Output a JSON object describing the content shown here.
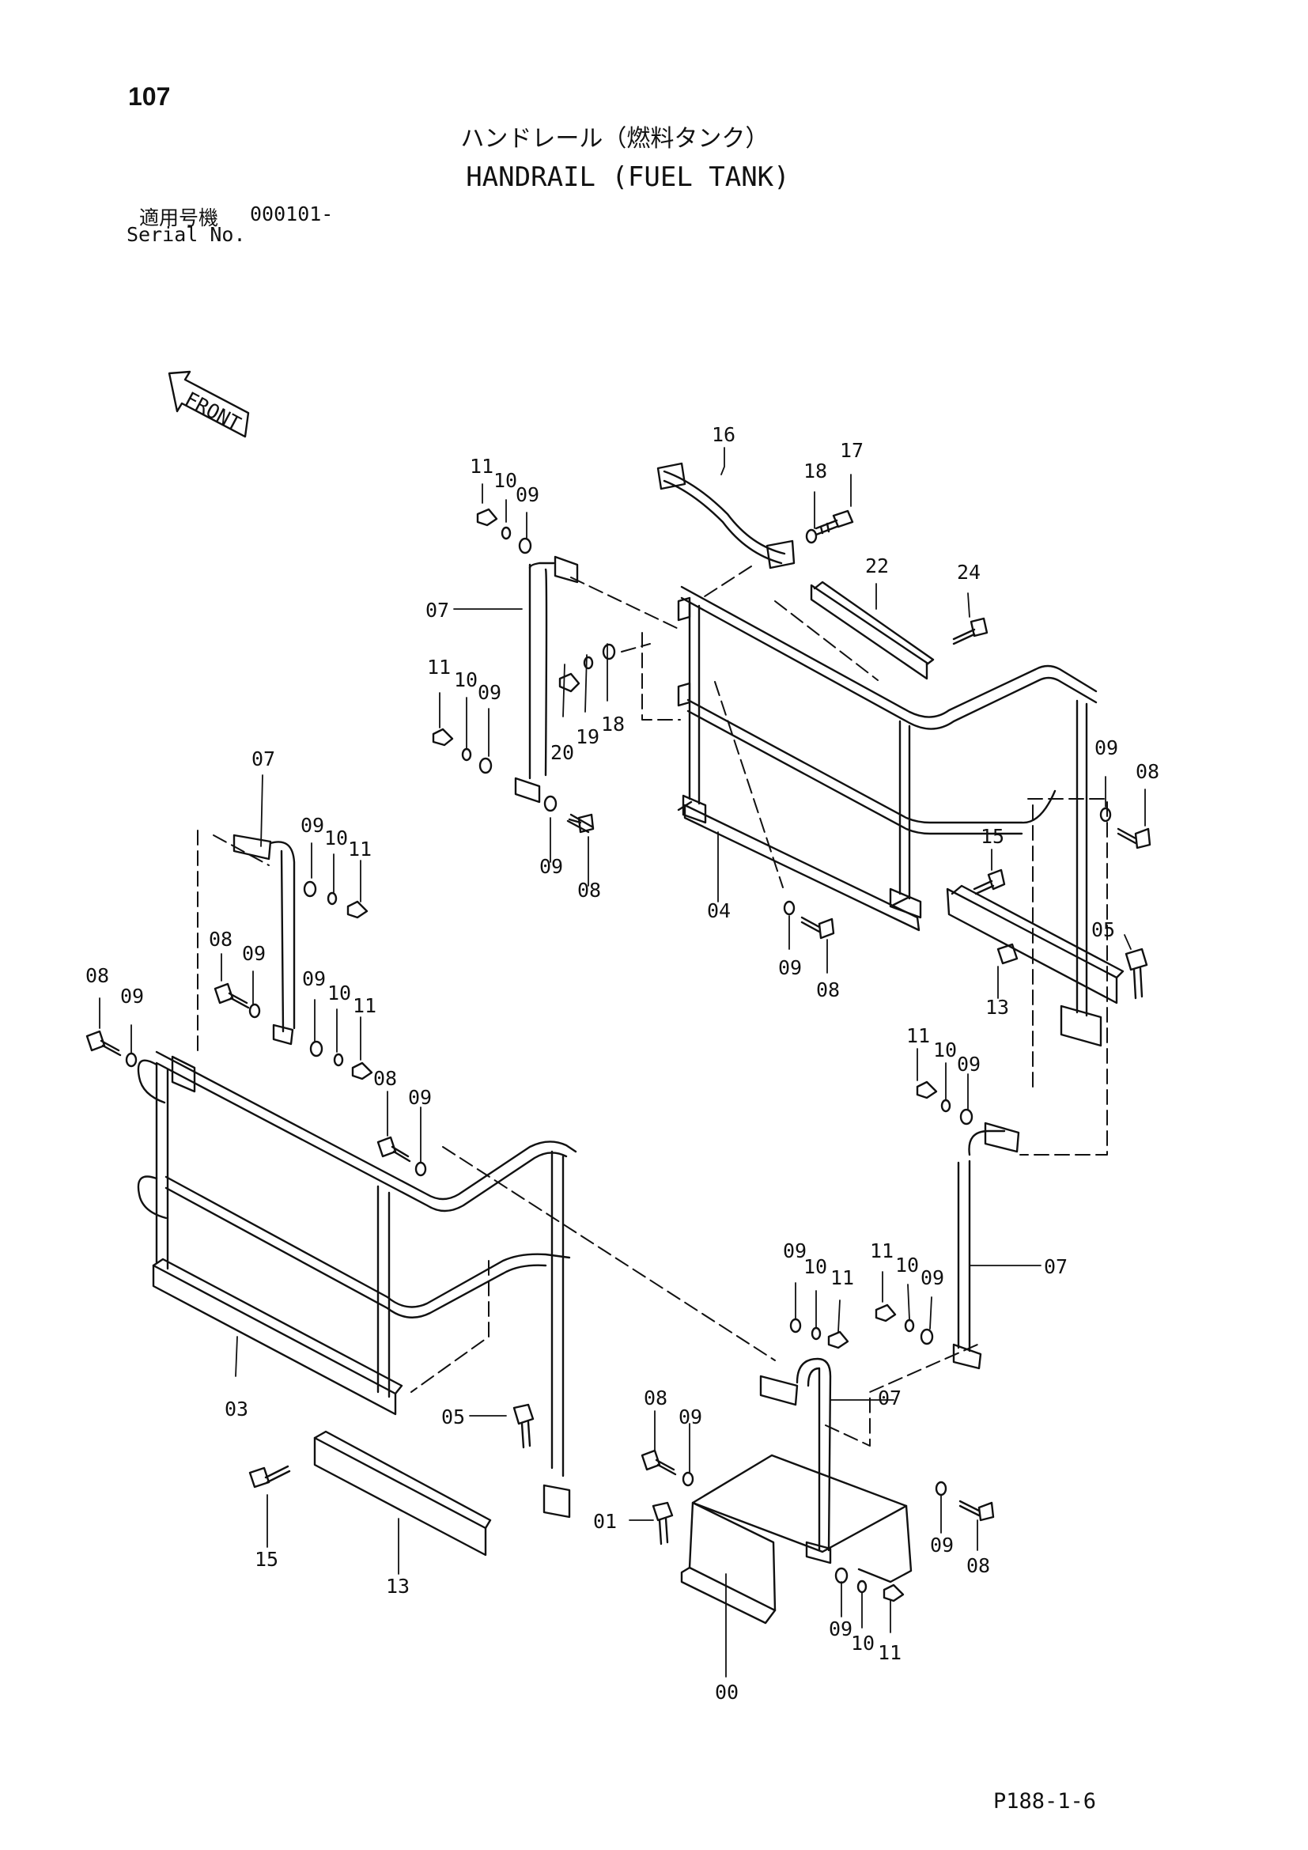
{
  "page": {
    "number": "107"
  },
  "title": {
    "japanese": "ハンドレール（燃料タンク）",
    "english": "HANDRAIL (FUEL TANK)"
  },
  "serial": {
    "label_jp": "適用号機",
    "value": "000101-",
    "label_en": "Serial No."
  },
  "front_label": "FRONT",
  "drawing_code": "P188-1-6",
  "callouts": {
    "c1": "11",
    "c2": "10",
    "c3": "09",
    "c4": "16",
    "c5": "17",
    "c6": "18",
    "c7": "07",
    "c8": "22",
    "c9": "24",
    "c10": "11",
    "c11": "10",
    "c12": "09",
    "c13": "20",
    "c14": "19",
    "c15": "18",
    "c16": "07",
    "c17": "09",
    "c18": "08",
    "c19": "09",
    "c20": "08",
    "c21": "04",
    "c22": "15",
    "c23": "09",
    "c24": "08",
    "c25": "09",
    "c26": "10",
    "c27": "11",
    "c28": "08",
    "c29": "09",
    "c30": "09",
    "c31": "10",
    "c32": "11",
    "c33": "08",
    "c34": "09",
    "c35": "08",
    "c36": "09",
    "c37": "05",
    "c38": "13",
    "c39": "11",
    "c40": "10",
    "c41": "09",
    "c42": "09",
    "c43": "10",
    "c44": "11",
    "c45": "11",
    "c46": "10",
    "c47": "09",
    "c48": "07",
    "c49": "03",
    "c50": "05",
    "c51": "07",
    "c52": "08",
    "c53": "09",
    "c54": "15",
    "c55": "13",
    "c56": "01",
    "c57": "09",
    "c58": "08",
    "c59": "09",
    "c60": "10",
    "c61": "11",
    "c62": "00"
  }
}
